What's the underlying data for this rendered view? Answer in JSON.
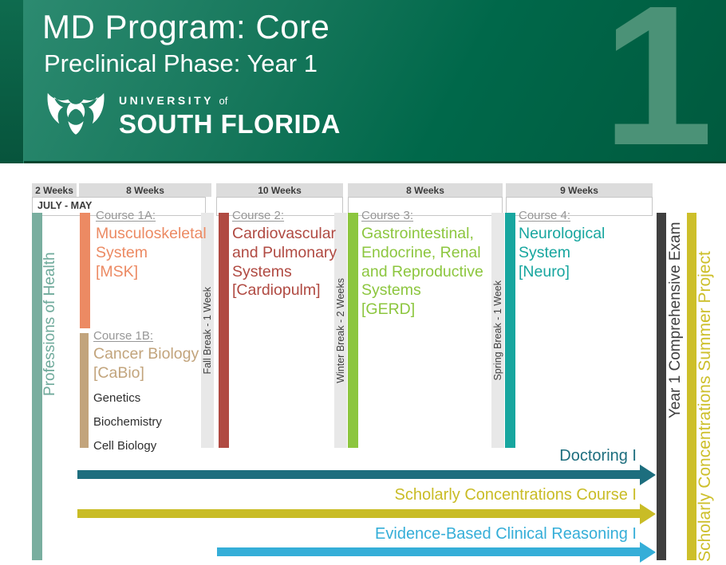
{
  "header": {
    "title": "MD Program: Core",
    "subtitle": "Preclinical Phase: Year 1",
    "logo": {
      "icon": "usf-bull-logo",
      "line1": "UNIVERSITY",
      "of": "of",
      "line2": "SOUTH FLORIDA"
    },
    "watermark_numeral": "1",
    "colors": {
      "green_light": "#2E8C72",
      "green_dark": "#005A3E",
      "watermark": "#4B9277"
    }
  },
  "timeline": {
    "date_range": "JULY - MAY",
    "segments": [
      "2 Weeks",
      "8 Weeks",
      "10 Weeks",
      "8 Weeks",
      "9 Weeks"
    ]
  },
  "left_track": {
    "label": "Professions of Health",
    "color": "#79AE9F"
  },
  "courses": [
    {
      "heading": "Course 1A:",
      "title": "Musculoskeletal\nSystem\n[MSK]",
      "color": "#EC8A63"
    },
    {
      "heading": "Course 1B:",
      "title": "Cancer Biology\n[CaBio]",
      "color": "#C2A47C",
      "topics": [
        "Genetics",
        "Biochemistry",
        "Cell Biology"
      ]
    },
    {
      "heading": "Course 2:",
      "title": "Cardiovascular\nand Pulmonary\nSystems\n[Cardiopulm]",
      "color": "#B04A42"
    },
    {
      "heading": "Course 3:",
      "title": "Gastrointestinal,\nEndocrine, Renal\nand Reproductive\nSystems\n[GERD]",
      "color": "#8CC63E"
    },
    {
      "heading": "Course 4:",
      "title": "Neurological\nSystem\n[Neuro]",
      "color": "#17A69F"
    }
  ],
  "breaks": [
    {
      "label": "Fall Break - 1 Week"
    },
    {
      "label": "Winter Break - 2 Weeks"
    },
    {
      "label": "Spring Break - 1 Week"
    }
  ],
  "right_markers": [
    {
      "label": "Year 1 Comprehensive Exam",
      "color": "#3F3F3F"
    },
    {
      "label": "Scholarly Concentrations Summer Project",
      "color": "#CDBF2A"
    }
  ],
  "longitudinal_courses": [
    {
      "label": "Doctoring I",
      "color": "#1D6E7E"
    },
    {
      "label": "Scholarly Concentrations Course I",
      "color": "#C9BC26"
    },
    {
      "label": "Evidence-Based Clinical Reasoning I",
      "color": "#35AED8"
    }
  ]
}
